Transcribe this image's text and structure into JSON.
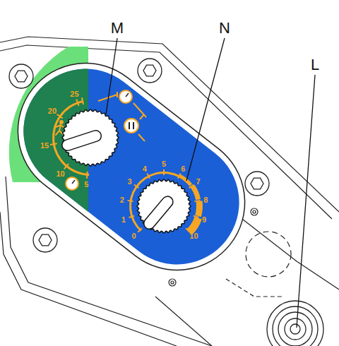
{
  "diagram": {
    "labels": [
      "M",
      "N",
      "L",
      "25",
      "20",
      "15",
      "10",
      "5",
      "0",
      "1",
      "2",
      "3",
      "4",
      "5",
      "6",
      "7",
      "8",
      "9",
      "10"
    ]
  }
}
